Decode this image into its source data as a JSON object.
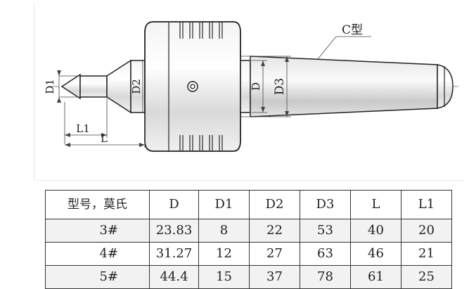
{
  "drawing": {
    "labels": {
      "d1": "D1",
      "d2": "D2",
      "d": "D",
      "d3": "D3",
      "l1": "L1",
      "l": "L",
      "taper": "C型"
    }
  },
  "table": {
    "headers": [
      "型号，莫氏",
      "D",
      "D1",
      "D2",
      "D3",
      "L",
      "L1"
    ],
    "rows": [
      [
        "3#",
        "23.83",
        "8",
        "22",
        "53",
        "40",
        "20"
      ],
      [
        "4#",
        "31.27",
        "12",
        "27",
        "63",
        "46",
        "21"
      ],
      [
        "5#",
        "44.4",
        "15",
        "37",
        "78",
        "61",
        "25"
      ]
    ]
  }
}
